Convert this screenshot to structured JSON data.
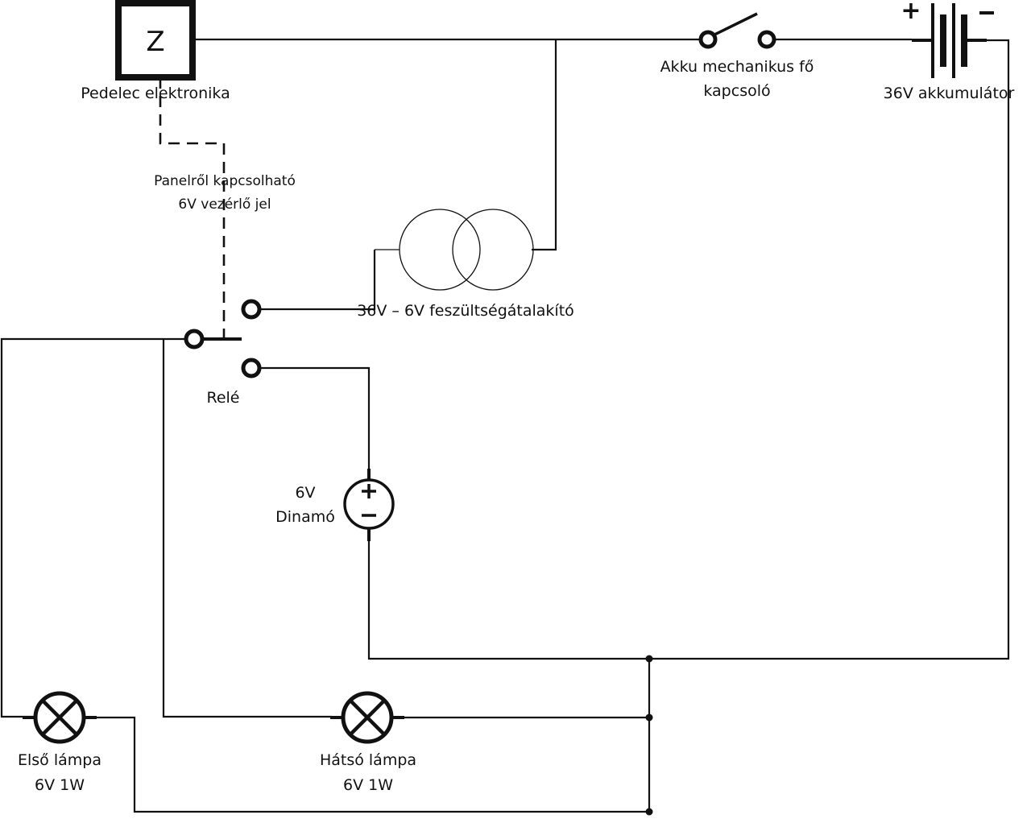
{
  "title": "Pedelec világítás kapcsolási rajz",
  "components": {
    "controller": {
      "symbol": "Z",
      "label": "Pedelec elektronika"
    },
    "control_signal": {
      "label_line1": "Panelről kapcsolható",
      "label_line2": "6V vezérlő jel"
    },
    "main_switch": {
      "label_line1": "Akku mechanikus fő",
      "label_line2": "kapcsoló"
    },
    "battery": {
      "label": "36V akkumulátor",
      "plus": "+",
      "minus": "−"
    },
    "converter": {
      "label": "36V – 6V feszültségátalakító"
    },
    "relay": {
      "label": "Relé"
    },
    "dynamo": {
      "label_line1": "6V",
      "label_line2": "Dinamó",
      "plus": "+",
      "minus": "−"
    },
    "front_lamp": {
      "label_line1": "Első lámpa",
      "label_line2": "6V 1W"
    },
    "rear_lamp": {
      "label_line1": "Hátsó lámpa",
      "label_line2": "6V 1W"
    }
  }
}
